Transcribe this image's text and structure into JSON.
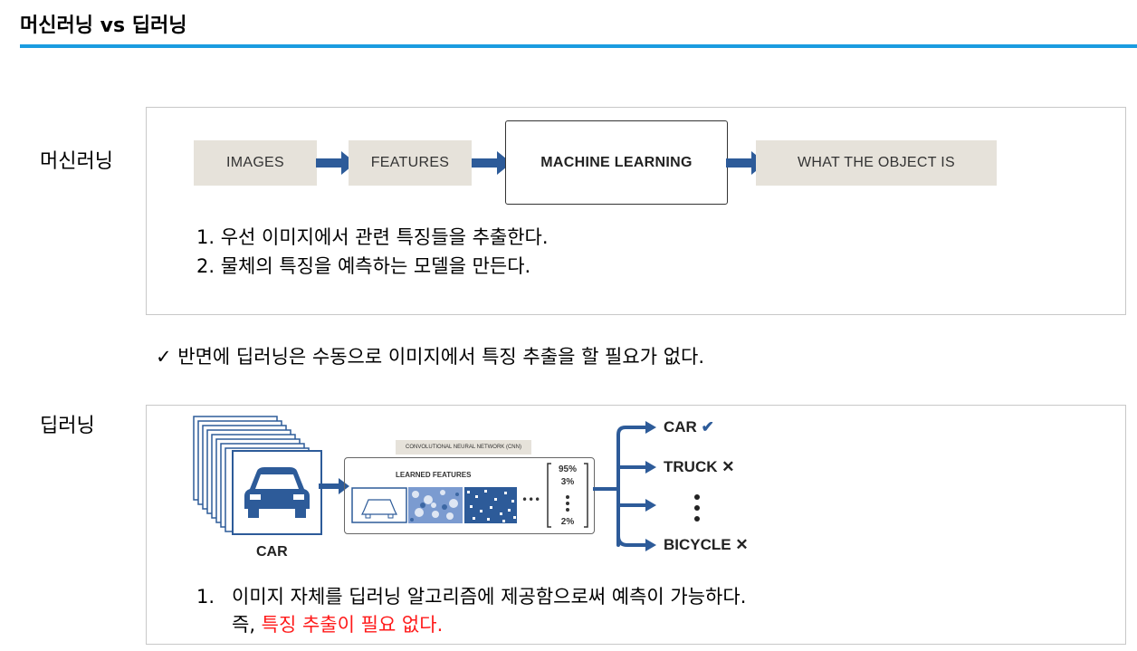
{
  "slide": {
    "title": "머신러닝 vs 딥러닝"
  },
  "ml": {
    "label": "머신러닝",
    "flow": [
      "IMAGES",
      "FEATURES",
      "MACHINE LEARNING",
      "WHAT THE OBJECT IS"
    ],
    "steps": [
      "1. 우선 이미지에서 관련 특징들을 추출한다.",
      "2. 물체의 특징을 예측하는 모델을 만든다."
    ]
  },
  "note": {
    "check": "✓",
    "text": "반면에 딥러닝은 수동으로 이미지에서 특징 추출을 할 필요가 없다."
  },
  "dl": {
    "label": "딥러닝",
    "input_label": "CAR",
    "cnn_label": "CONVOLUTIONAL NEURAL NETWORK (CNN)",
    "learned_label": "LEARNED FEATURES",
    "dots": "•••",
    "probs": [
      "95%",
      "3%",
      "2%"
    ],
    "outputs": [
      {
        "label": "CAR",
        "mark": "✔"
      },
      {
        "label": "TRUCK",
        "mark": "✕"
      },
      {
        "label": "BICYCLE",
        "mark": "✕"
      }
    ],
    "step_number": "1.",
    "step_line1": "이미지 자체를 딥러닝 알고리즘에 제공함으로써 예측이 가능하다.",
    "step_line2_prefix": "즉, ",
    "step_line2_red": "특징 추출이 필요 없다."
  },
  "colors": {
    "accent": "#1a9ce0",
    "arrow": "#2d5b99",
    "flow_box": "#e6e2da",
    "highlight": "#ff1a1a"
  }
}
